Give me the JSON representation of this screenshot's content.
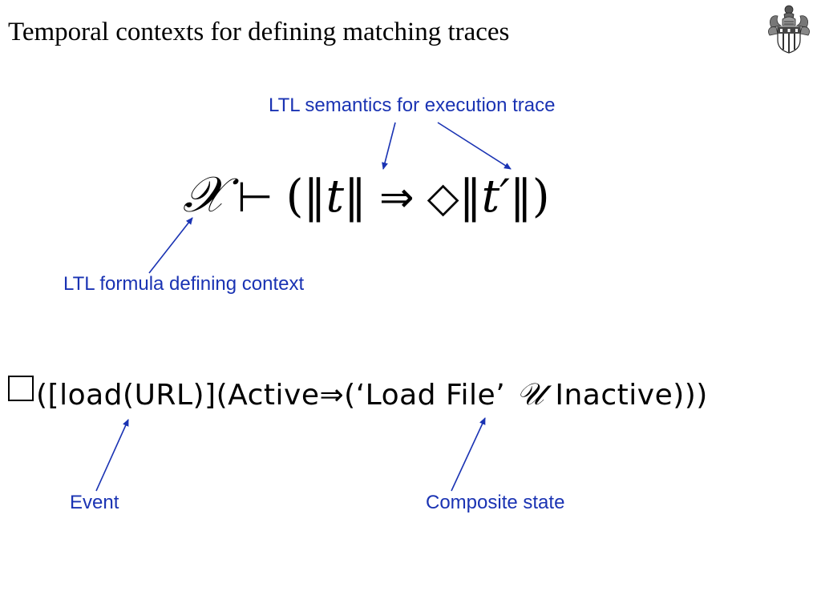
{
  "slide": {
    "title": "Temporal contexts for defining matching traces"
  },
  "annotations": {
    "ltl_semantics": "LTL semantics for execution trace",
    "ltl_formula": "LTL formula defining context",
    "event": "Event",
    "composite_state": "Composite state"
  },
  "formula_1": {
    "context_symbol": "𝒳",
    "turnstile": "⊢",
    "open_paren": "(",
    "norm_open": "‖",
    "t": "t",
    "norm_close": "‖",
    "implies": "⇒",
    "diamond": "◇",
    "norm_open_2": "‖",
    "t_prime": "t′",
    "norm_close_2": "‖",
    "close_paren": ")"
  },
  "formula_2": {
    "part_1": "([load(URL)](Active ",
    "implies": "⇒",
    "part_2": " (‘Load File’",
    "until": "𝒰",
    "part_3": "Inactive)))"
  },
  "colors": {
    "annotation": "#1a33b3",
    "text": "#000000",
    "background": "#ffffff"
  },
  "icons": {
    "crest": "university-crest-icon",
    "always": "box-operator-icon"
  }
}
